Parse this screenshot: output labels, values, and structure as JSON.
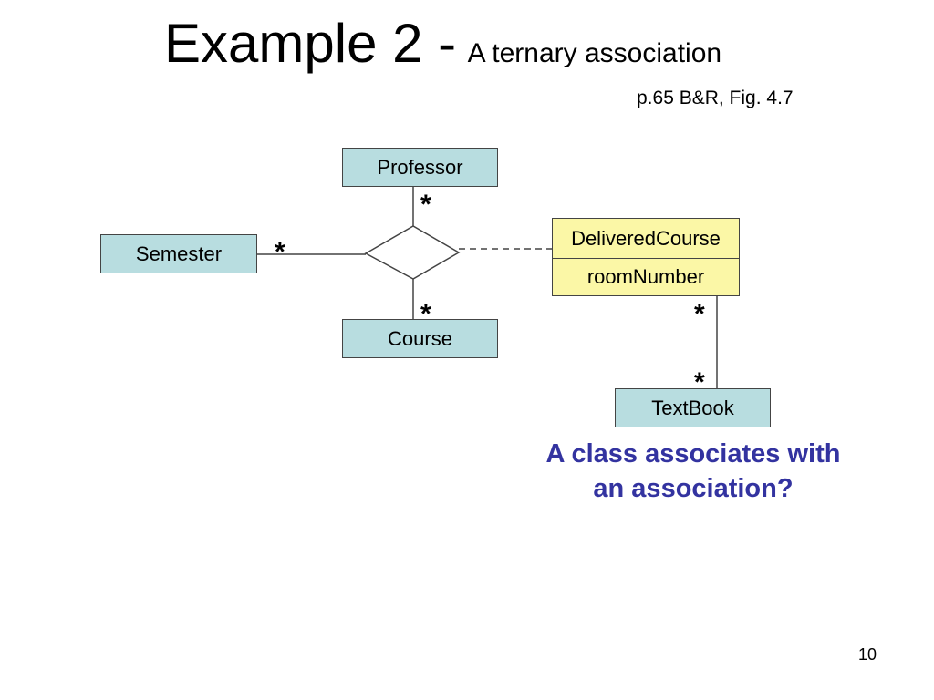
{
  "slide": {
    "title": "Example 2 -",
    "subtitle": "A ternary association",
    "reference": "p.65 B&R, Fig. 4.7",
    "question_line1": "A class associates with",
    "question_line2": "an association?",
    "page_number": "10"
  },
  "diagram": {
    "classes": {
      "professor": "Professor",
      "semester": "Semester",
      "course": "Course",
      "textbook": "TextBook"
    },
    "association_class": {
      "name": "DeliveredCourse",
      "attribute": "roomNumber"
    },
    "multiplicities": {
      "professor": "*",
      "semester": "*",
      "course": "*",
      "delivered_course_end": "*",
      "textbook_end": "*"
    }
  },
  "colors": {
    "class_fill": "#b8dde0",
    "association_class_fill": "#fbf7a6",
    "question_text": "#3333a0"
  }
}
